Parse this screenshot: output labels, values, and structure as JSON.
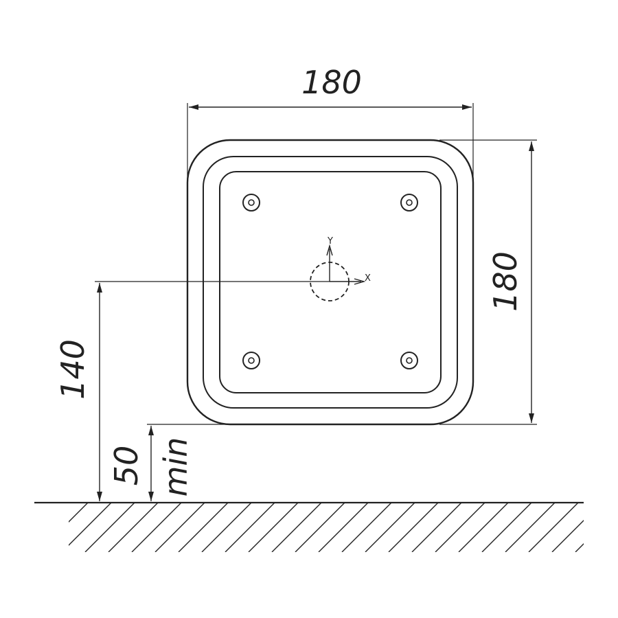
{
  "dimensions": {
    "width": "180",
    "height": "180",
    "center_height": "140",
    "min_clearance": "50",
    "min_label": "min"
  },
  "axes": {
    "x_label": "X",
    "y_label": "Y"
  },
  "colors": {
    "line": "#222222",
    "background": "#ffffff"
  },
  "icons": [
    "mounting-hole-icon",
    "floor-hatch"
  ]
}
